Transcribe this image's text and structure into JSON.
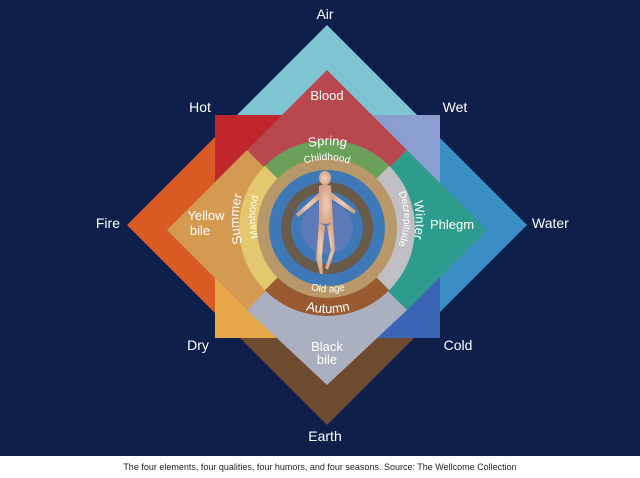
{
  "elements": {
    "air": "Air",
    "water": "Water",
    "earth": "Earth",
    "fire": "Fire"
  },
  "qualities": {
    "hot": "Hot",
    "wet": "Wet",
    "cold": "Cold",
    "dry": "Dry"
  },
  "humors": {
    "blood": "Blood",
    "phlegm": "Phlegm",
    "black_bile_line1": "Black",
    "black_bile_line2": "bile",
    "yellow_bile_line1": "Yellow",
    "yellow_bile_line2": "bile"
  },
  "seasons": {
    "spring": "Spring",
    "winter": "Winter",
    "autumn": "Autumn",
    "summer": "Summer"
  },
  "ages": {
    "childhood": "Childhood",
    "decrepitude": "Decrepitude",
    "old_age": "Old age",
    "manhood": "Manhood"
  },
  "caption": "The four elements, four qualities, four humors, and four seasons. Source: The Wellcome Collection",
  "colors": {
    "background": "#0d1f4a",
    "air": "#7fc4d3",
    "water": "#3b8ec4",
    "earth": "#6e4a2f",
    "fire": "#d95a22",
    "hot": "#c0262c",
    "wet": "#8a9fd0",
    "cold": "#3c64b4",
    "dry": "#e8a84a",
    "blood": "#b8484e",
    "phlegm": "#2e9c8c",
    "black_bile": "#aab0c0",
    "yellow_bile": "#d49a52",
    "spring": "#6aa05a",
    "winter": "#c0c0c4",
    "autumn": "#9a5a30",
    "summer": "#e4c870"
  }
}
